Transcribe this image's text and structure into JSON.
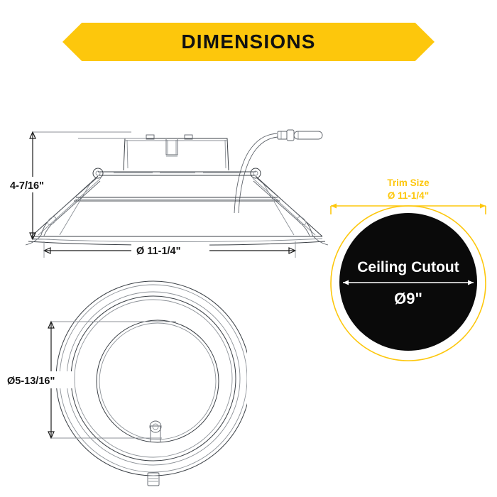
{
  "banner": {
    "title": "DIMENSIONS",
    "bg_color": "#FDC70C",
    "text_color": "#111111"
  },
  "side_view": {
    "name": "recessed-downlight-side-view",
    "height_dimension": "4-7/16\"",
    "width_dimension": "Ø 11-1/4\""
  },
  "bottom_view": {
    "name": "recessed-downlight-bottom-view",
    "aperture_dimension": "Ø5-13/16\""
  },
  "cutout_diagram": {
    "trim_label_line1": "Trim Size",
    "trim_label_line2": "Ø 11-1/4\"",
    "cutout_label_line1": "Ceiling Cutout",
    "cutout_label_line2": "Ø9\"",
    "accent_color": "#FDC70C",
    "disc_color": "#0a0a0a",
    "text_color": "#ffffff"
  }
}
